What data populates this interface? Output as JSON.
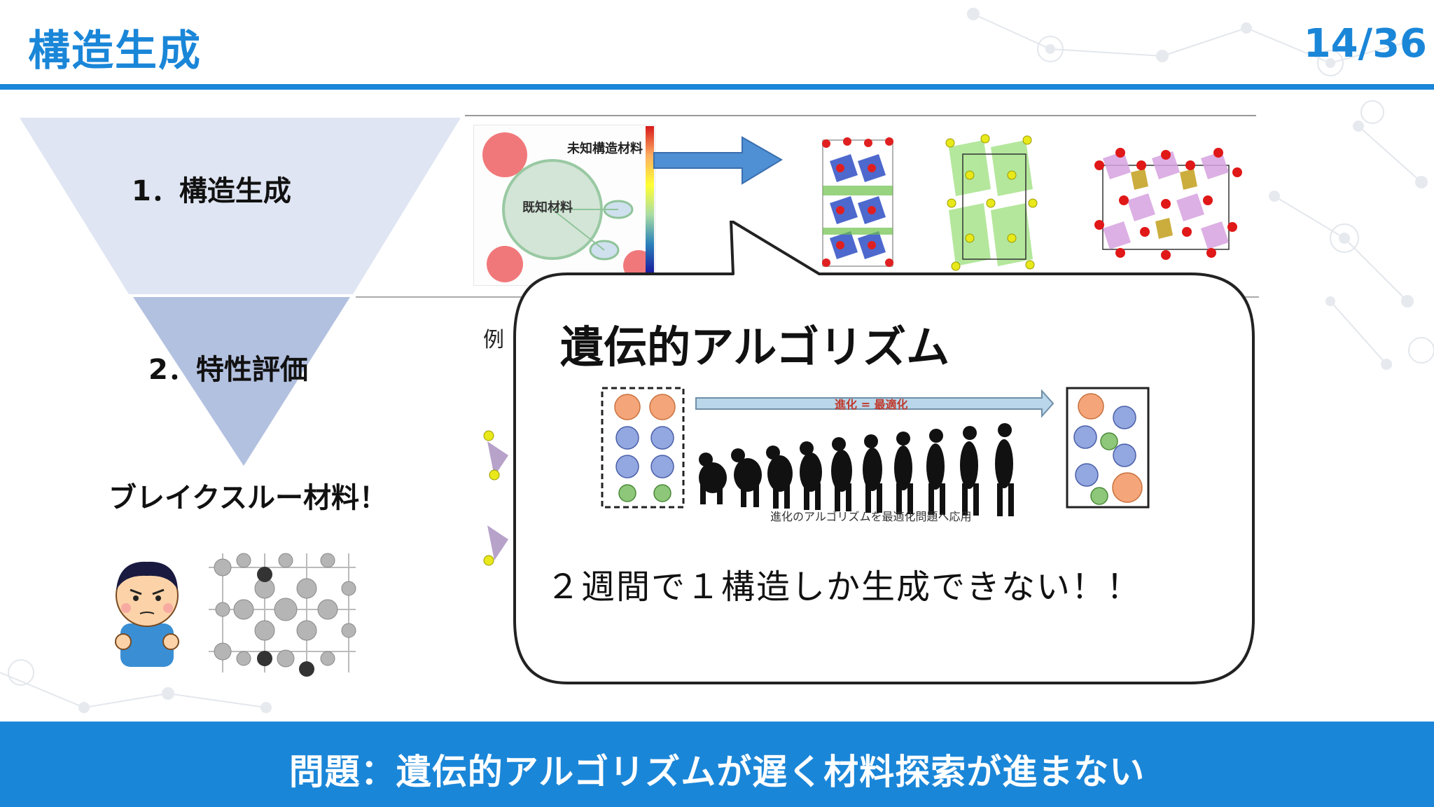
{
  "header": {
    "title": "構造生成",
    "page": "14/36"
  },
  "funnel": {
    "step1": "1．構造生成",
    "step2": "2．特性評価",
    "outcome": "ブレイクスルー材料！"
  },
  "map_figure": {
    "unknown_label": "未知構造材料",
    "known_label": "既知材料"
  },
  "example_label": "例",
  "bubble": {
    "title": "遺伝的アルゴリズム",
    "arrow_label": "進化 = 最適化",
    "caption": "進化のアルゴリズムを最適化問題へ応用",
    "note": "２週間で１構造しか生成できない！！"
  },
  "banner": {
    "text": "問題：遺伝的アルゴリズムが遅く材料探索が進まない"
  },
  "colors": {
    "accent": "#1a86d8",
    "funnel_top": "#dfe5f2",
    "funnel_bottom": "#b3c1e0"
  }
}
